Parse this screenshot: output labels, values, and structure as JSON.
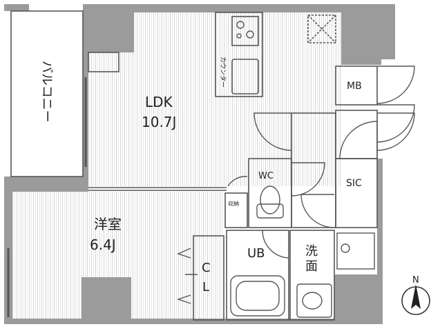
{
  "rooms": {
    "balcony": {
      "label": "バルコニー"
    },
    "ldk": {
      "name": "LDK",
      "size": "10.7J"
    },
    "western_room": {
      "name": "洋室",
      "size": "6.4J"
    },
    "closet": {
      "label_top": "C",
      "label_bottom": "L"
    },
    "mb": {
      "label": "MB"
    },
    "wc": {
      "label": "WC"
    },
    "sic": {
      "label": "SIC"
    },
    "ub": {
      "label": "UB"
    },
    "washroom": {
      "label_top": "洗",
      "label_bottom": "面"
    },
    "counter": {
      "label": "カウンター"
    },
    "storage_small": {
      "label": "収納"
    }
  },
  "compass": {
    "label": "N"
  },
  "colors": {
    "wall": "#9b9b9b",
    "floor_lines": "#d0d0d0",
    "line": "#555555",
    "background": "#ffffff"
  }
}
